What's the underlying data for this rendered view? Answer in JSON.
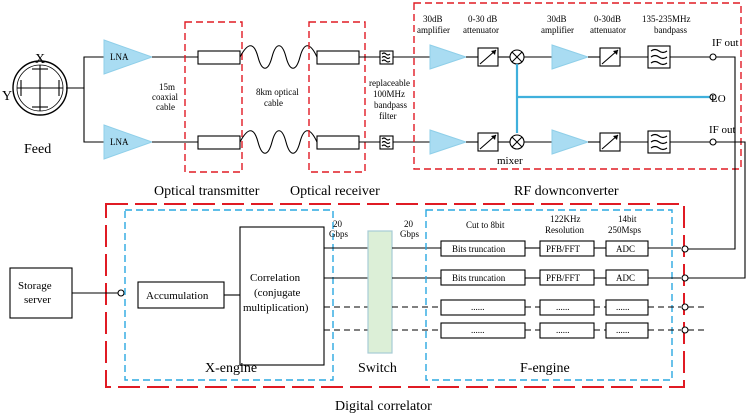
{
  "feed": {
    "x_label": "X",
    "y_label": "Y",
    "label": "Feed"
  },
  "lna": {
    "label": "LNA"
  },
  "cables": {
    "coax_line1": "15m",
    "coax_line2": "coaxial",
    "coax_line3": "cable",
    "optical_line1": "8km optical",
    "optical_line2": "cable"
  },
  "bandpass_filter": {
    "line1": "replaceable",
    "line2": "100MHz",
    "line3": "bandpass",
    "line4": "filter"
  },
  "optical_transmitter": {
    "label": "Optical transmitter"
  },
  "optical_receiver": {
    "label": "Optical receiver"
  },
  "rf": {
    "amp1_line1": "30dB",
    "amp1_line2": "amplifier",
    "att1_line1": "0-30 dB",
    "att1_line2": "attenuator",
    "amp2_line1": "30dB",
    "amp2_line2": "amplifier",
    "att2_line1": "0-30dB",
    "att2_line2": "attenuator",
    "bp_line1": "135-235MHz",
    "bp_line2": "bandpass",
    "if_out_top": "IF out",
    "lo": "LO",
    "if_out_bottom": "IF out",
    "mixer": "mixer",
    "label": "RF downconverter"
  },
  "correlator": {
    "storage_line1": "Storage",
    "storage_line2": "server",
    "accumulation": "Accumulation",
    "corr_line1": "Correlation",
    "corr_line2": "(conjugate",
    "corr_line3": "multiplication)",
    "xengine": "X-engine",
    "gbps_left_line1": "20",
    "gbps_left_line2": "Gbps",
    "gbps_right_line1": "20",
    "gbps_right_line2": "Gbps",
    "switch": "Switch",
    "cut_label": "Cut to 8bit",
    "res_line1": "122KHz",
    "res_line2": "Resolution",
    "adc_top_line1": "14bit",
    "adc_top_line2": "250Msps",
    "bits_truncation": "Bits truncation",
    "pfb": "PFB/FFT",
    "adc": "ADC",
    "ellipsis": "......",
    "fengine": "F-engine",
    "label": "Digital correlator"
  },
  "colors": {
    "red_dash": "#e01b24",
    "blue_dash": "#2aa8e0",
    "amplifier_fill": "#a9dcf2",
    "switch_fill": "#dcefd7"
  }
}
